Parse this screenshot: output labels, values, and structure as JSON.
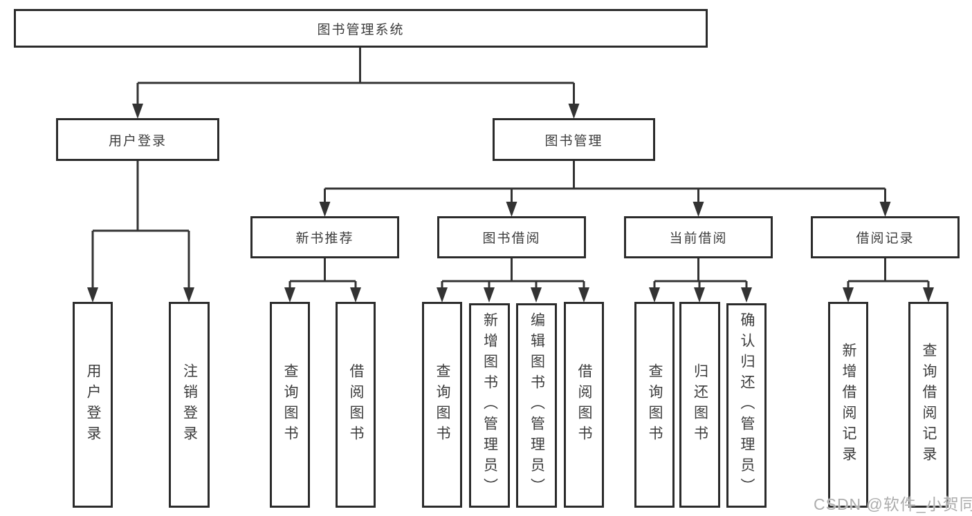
{
  "diagram": {
    "root": {
      "label": "图书管理系统"
    },
    "level1": [
      {
        "label": "用户登录",
        "leaves": [
          {
            "label": "用户登录"
          },
          {
            "label": "注销登录"
          }
        ]
      },
      {
        "label": "图书管理",
        "groups": [
          {
            "label": "新书推荐",
            "leaves": [
              {
                "label": "查询图书"
              },
              {
                "label": "借阅图书"
              }
            ]
          },
          {
            "label": "图书借阅",
            "leaves": [
              {
                "label": "查询图书"
              },
              {
                "label": "新增图书（管理员）"
              },
              {
                "label": "编辑图书（管理员）"
              },
              {
                "label": "借阅图书"
              }
            ]
          },
          {
            "label": "当前借阅",
            "leaves": [
              {
                "label": "查询图书"
              },
              {
                "label": "归还图书"
              },
              {
                "label": "确认归还（管理员）"
              }
            ]
          },
          {
            "label": "借阅记录",
            "leaves": [
              {
                "label": "新增借阅记录"
              },
              {
                "label": "查询借阅记录"
              }
            ]
          }
        ]
      }
    ]
  },
  "watermark": {
    "text": "CSDN @软件_小贺同学"
  },
  "colors": {
    "background": "#ffffff",
    "box_border": "#2b2b2b",
    "connector_line": "#333333",
    "text": "#3c3c3c",
    "watermark_text": "#adadad"
  }
}
